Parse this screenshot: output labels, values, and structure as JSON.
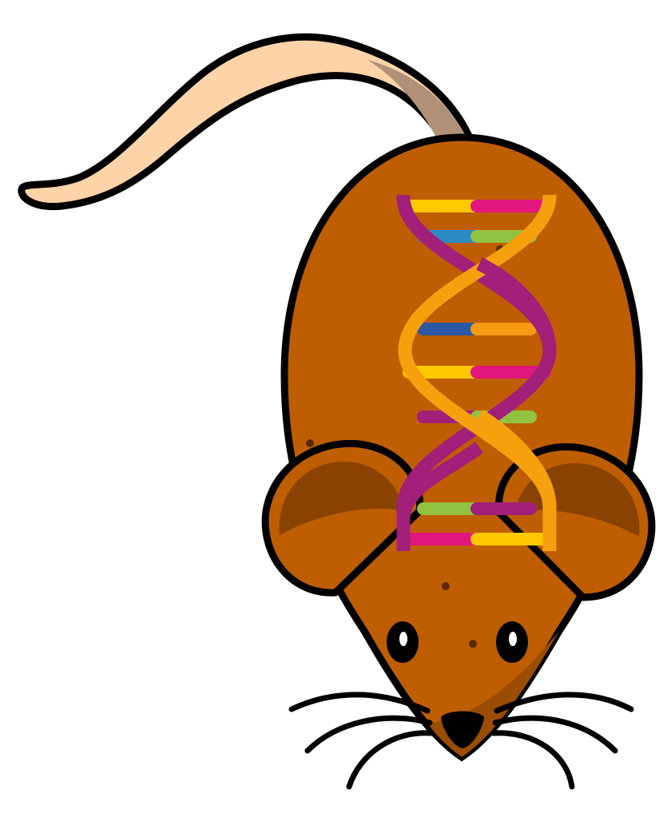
{
  "illustration": {
    "subject": "mouse",
    "overlay": "dna-double-helix"
  },
  "colors": {
    "background": "#ffffff",
    "outline": "#000000",
    "mouse_body": "#bf5e00",
    "mouse_ear_inner": "#8a4200",
    "mouse_body_shadow": "#9a4c00",
    "tail_light": "#ffd3a8",
    "tail_dark": "#b09178",
    "eye": "#000000",
    "eye_highlight": "#ffffff",
    "freckle": "#5a2a00",
    "helix_strand_a": "#a21f7a",
    "helix_strand_b": "#f7a00e",
    "base_yellow": "#ffc800",
    "base_magenta": "#e2177d",
    "base_blue": "#2c8ac5",
    "base_green": "#92c242",
    "base_darkblue": "#2a58a4",
    "base_orange": "#f59a12",
    "base_purple": "#a21f7a"
  },
  "dna_base_pairs": [
    {
      "left": "base_yellow",
      "right": "base_magenta"
    },
    {
      "left": "base_blue",
      "right": "base_green"
    },
    {
      "left": "base_darkblue",
      "right": "base_orange"
    },
    {
      "left": "base_yellow",
      "right": "base_magenta"
    },
    {
      "left": "base_purple",
      "right": "base_green"
    },
    {
      "left": "base_green",
      "right": "base_purple"
    },
    {
      "left": "base_magenta",
      "right": "base_yellow"
    }
  ],
  "icons": [
    "mouse-icon",
    "dna-helix-icon"
  ]
}
